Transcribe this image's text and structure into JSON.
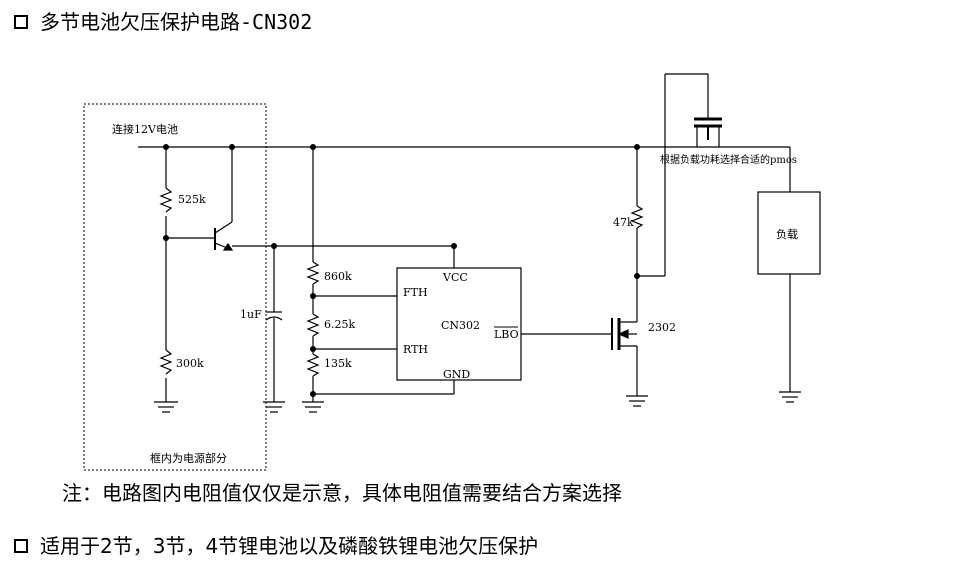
{
  "title": "多节电池欠压保护电路-CN302",
  "note": "注：电路图内电阻值仅仅是示意，具体电阻值需要结合方案选择",
  "footer": "适用于2节，3节，4节锂电池以及磷酸铁锂电池欠压保护",
  "diagram": {
    "battery_label": "连接12V电池",
    "box_caption": "框内为电源部分",
    "r_top": "525k",
    "r_bottom": "300k",
    "cap": "1uF",
    "r_860": "860k",
    "r_625": "6.25k",
    "r_135": "135k",
    "r_47": "47k",
    "ic_vcc": "VCC",
    "ic_fth": "FTH",
    "ic_name": "CN302",
    "ic_lbo": "LBO",
    "ic_rth": "RTH",
    "ic_gnd": "GND",
    "mos_label": "2302",
    "pmos_label": "根据负载功耗选择合适的pmos",
    "load_label": "负载"
  }
}
